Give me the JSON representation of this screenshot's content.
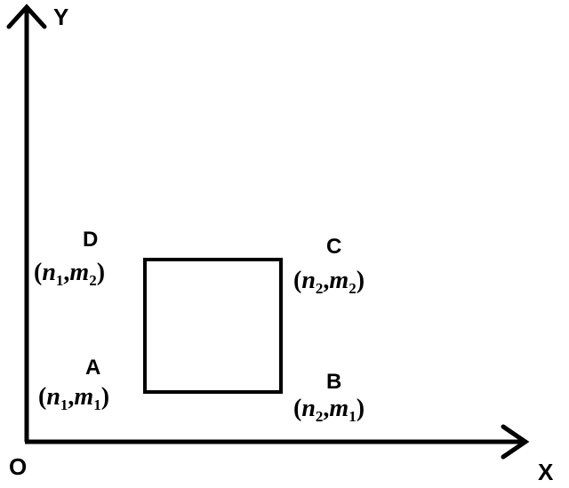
{
  "axes": {
    "origin": "O",
    "x": "X",
    "y": "Y"
  },
  "points": {
    "A": {
      "letter": "A",
      "open": "(",
      "v1": "n",
      "s1": "1",
      "sep": ",",
      "v2": "m",
      "s2": "1",
      "close": ")"
    },
    "B": {
      "letter": "B",
      "open": "(",
      "v1": "n",
      "s1": "2",
      "sep": ",",
      "v2": "m",
      "s2": "1",
      "close": ")"
    },
    "C": {
      "letter": "C",
      "open": "(",
      "v1": "n",
      "s1": "2",
      "sep": ",",
      "v2": "m",
      "s2": "2",
      "close": ")"
    },
    "D": {
      "letter": "D",
      "open": "(",
      "v1": "n",
      "s1": "1",
      "sep": ",",
      "v2": "m",
      "s2": "2",
      "close": ")"
    }
  },
  "colors": {
    "ink": "#000000",
    "background": "#ffffff"
  }
}
